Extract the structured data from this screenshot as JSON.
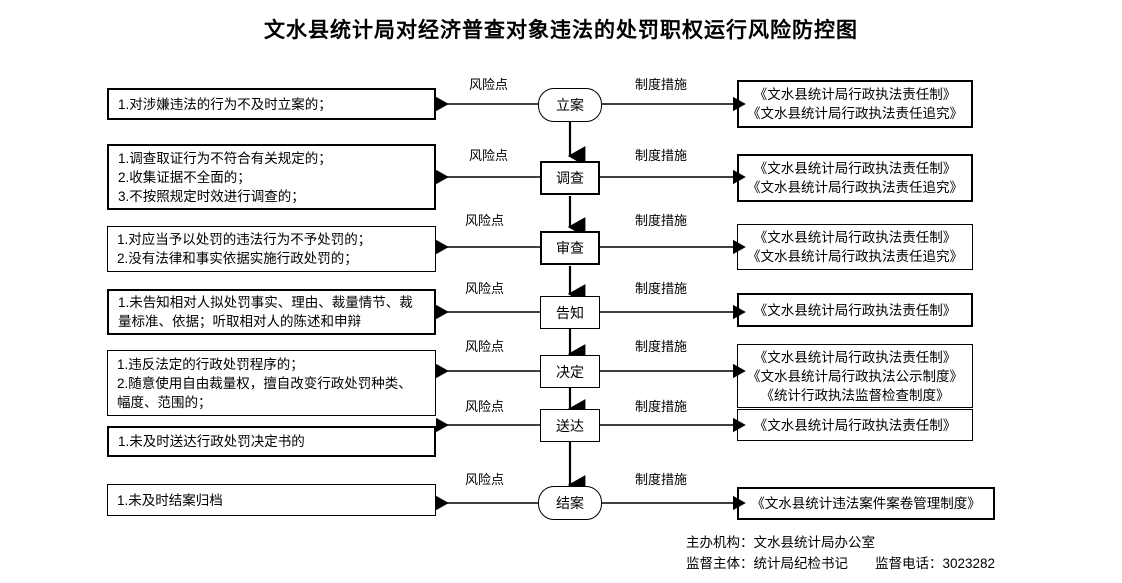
{
  "title": "文水县统计局对经济普查对象违法的处罚职权运行风险防控图",
  "column_labels": {
    "risk": "风险点",
    "measure": "制度措施"
  },
  "rows": [
    {
      "node": "立案",
      "node_shape": "rounded",
      "risk_lines": [
        "1.对涉嫌违法的行为不及时立案的；"
      ],
      "measure_lines": [
        "《文水县统计局行政执法责任制》",
        "《文水县统计局行政执法责任追究》"
      ]
    },
    {
      "node": "调查",
      "node_shape": "rect",
      "risk_lines": [
        "1.调查取证行为不符合有关规定的；",
        "2.收集证据不全面的；",
        "3.不按照规定时效进行调查的；"
      ],
      "measure_lines": [
        "《文水县统计局行政执法责任制》",
        "《文水县统计局行政执法责任追究》"
      ]
    },
    {
      "node": "审查",
      "node_shape": "rect",
      "risk_lines": [
        "1.对应当予以处罚的违法行为不予处罚的；",
        "2.没有法律和事实依据实施行政处罚的；"
      ],
      "measure_lines": [
        "《文水县统计局行政执法责任制》",
        "《文水县统计局行政执法责任追究》"
      ]
    },
    {
      "node": "告知",
      "node_shape": "rect",
      "risk_lines": [
        "1.未告知相对人拟处罚事实、理由、裁量情节、裁",
        "量标准、依据；听取相对人的陈述和申辩"
      ],
      "measure_lines": [
        "《文水县统计局行政执法责任制》"
      ]
    },
    {
      "node": "决定",
      "node_shape": "rect",
      "risk_lines": [
        "1.违反法定的行政处罚程序的；",
        "2.随意使用自由裁量权，擅自改变行政处罚种类、",
        "幅度、范围的；"
      ],
      "measure_lines": [
        "《文水县统计局行政执法责任制》",
        "《文水县统计局行政执法公示制度》",
        "《统计行政执法监督检查制度》"
      ]
    },
    {
      "node": "送达",
      "node_shape": "rect",
      "risk_lines": [
        "1.未及时送达行政处罚决定书的"
      ],
      "measure_lines": [
        "《文水县统计局行政执法责任制》"
      ]
    },
    {
      "node": "结案",
      "node_shape": "rounded",
      "risk_lines": [
        "1.未及时结案归档"
      ],
      "measure_lines": [
        "《文水县统计违法案件案卷管理制度》"
      ]
    }
  ],
  "footer": {
    "line1": "主办机构：文水县统计局办公室",
    "line2": "监督主体：统计局纪检书记　　监督电话：3023282"
  },
  "colors": {
    "line": "#000000",
    "background": "#ffffff"
  }
}
